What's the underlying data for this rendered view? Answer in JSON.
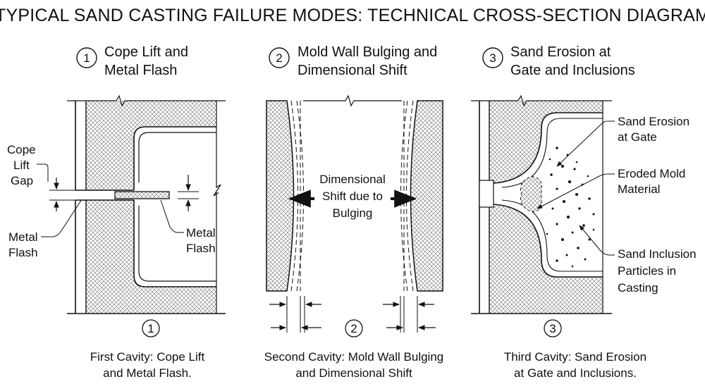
{
  "title": "TYPICAL SAND CASTING FAILURE MODES: TECHNICAL CROSS-SECTION DIAGRAM",
  "panels": [
    {
      "number": "1",
      "heading": [
        "Cope Lift and",
        "Metal Flash"
      ],
      "labels": {
        "cope_lift_gap": [
          "Cope",
          "Lift",
          "Gap"
        ],
        "metal_flash_left": [
          "Metal",
          "Flash"
        ],
        "metal_flash_right": [
          "Metal",
          "Flash"
        ]
      },
      "caption": [
        "First Cavity: Cope Lift",
        "and Metal Flash."
      ]
    },
    {
      "number": "2",
      "heading": [
        "Mold Wall Bulging and",
        "Dimensional Shift"
      ],
      "labels": {
        "dimensional_shift": [
          "Dimensional",
          "Shift due to",
          "Bulging"
        ]
      },
      "caption": [
        "Second Cavity: Mold Wall Bulging",
        "and Dimensional Shift"
      ]
    },
    {
      "number": "3",
      "heading": [
        "Sand Erosion at",
        "Gate and Inclusions"
      ],
      "labels": {
        "sand_erosion": [
          "Sand Erosion",
          "at Gate"
        ],
        "eroded_material": [
          "Eroded Mold",
          "Material"
        ],
        "sand_inclusion": [
          "Sand Inclusion",
          "Particles in",
          "Casting"
        ]
      },
      "caption": [
        "Third Cavity: Sand Erosion",
        "at Gate and Inclusions."
      ]
    }
  ]
}
